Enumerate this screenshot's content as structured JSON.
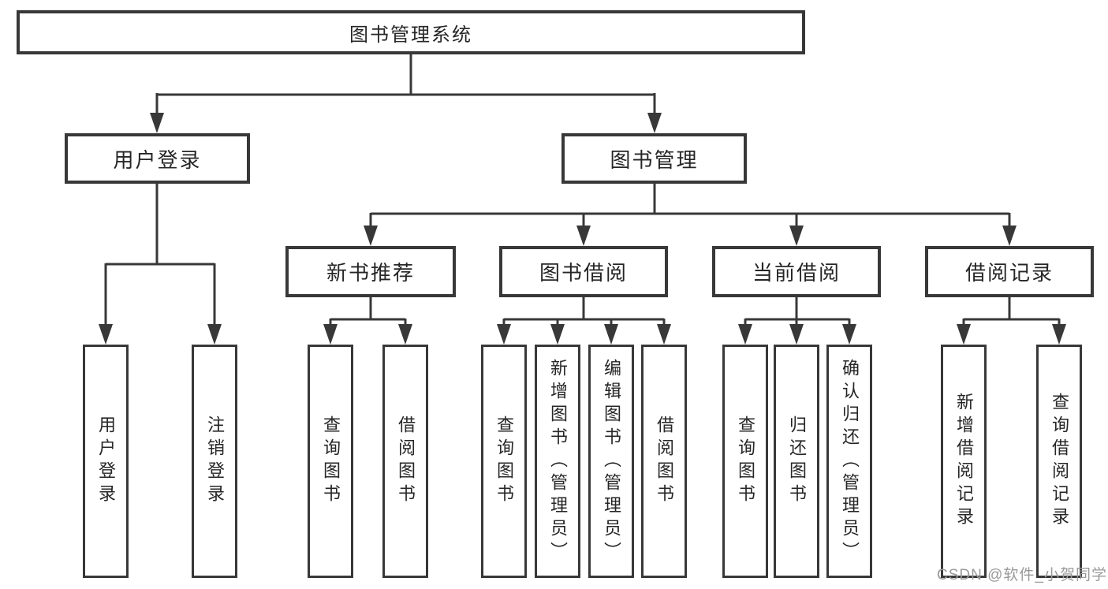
{
  "diagram_title": "图书管理系统",
  "tree": {
    "label": "图书管理系统",
    "children": [
      {
        "label": "用户登录",
        "children": [
          {
            "label": "用户登录"
          },
          {
            "label": "注销登录"
          }
        ]
      },
      {
        "label": "图书管理",
        "children": [
          {
            "label": "新书推荐",
            "children": [
              {
                "label": "查询图书"
              },
              {
                "label": "借阅图书"
              }
            ]
          },
          {
            "label": "图书借阅",
            "children": [
              {
                "label": "查询图书"
              },
              {
                "label": "新增图书（管理员）"
              },
              {
                "label": "编辑图书（管理员）"
              },
              {
                "label": "借阅图书"
              }
            ]
          },
          {
            "label": "当前借阅",
            "children": [
              {
                "label": "查询图书"
              },
              {
                "label": "归还图书"
              },
              {
                "label": "确认归还（管理员）"
              }
            ]
          },
          {
            "label": "借阅记录",
            "children": [
              {
                "label": "新增借阅记录"
              },
              {
                "label": "查询借阅记录"
              }
            ]
          }
        ]
      }
    ]
  },
  "watermark": {
    "text": "CSDN @软件_小贺同学"
  },
  "colors": {
    "line": "#383838",
    "box_border": "#383838",
    "box_fill": "#ffffff",
    "label_text": "#262626",
    "watermark_text": "#9a9a9a",
    "background": "#ffffff"
  }
}
